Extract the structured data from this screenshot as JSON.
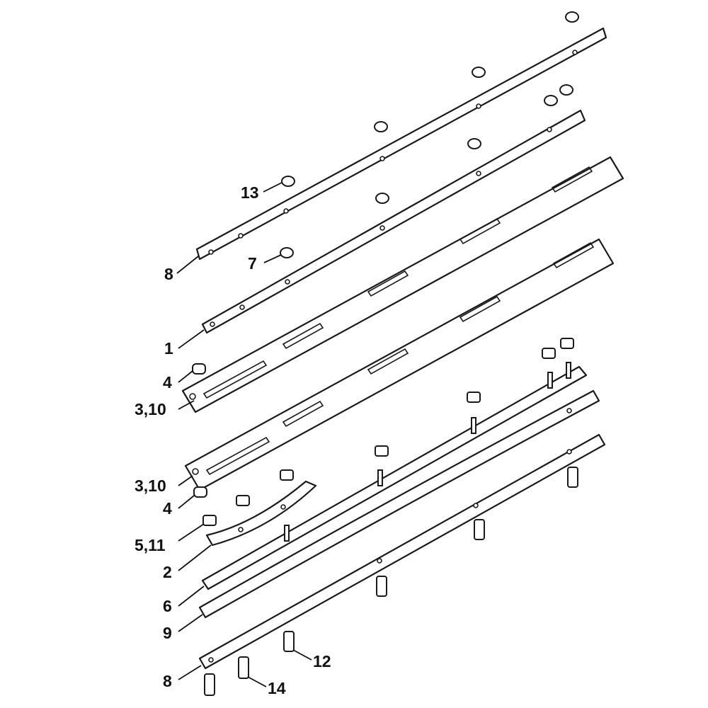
{
  "labels": [
    {
      "key": "l13",
      "text": "13"
    },
    {
      "key": "l8a",
      "text": "8"
    },
    {
      "key": "l7",
      "text": "7"
    },
    {
      "key": "l1",
      "text": "1"
    },
    {
      "key": "l4a",
      "text": "4"
    },
    {
      "key": "l310a",
      "text": "3,10"
    },
    {
      "key": "l310b",
      "text": "3,10"
    },
    {
      "key": "l4b",
      "text": "4"
    },
    {
      "key": "l511",
      "text": "5,11"
    },
    {
      "key": "l2",
      "text": "2"
    },
    {
      "key": "l6",
      "text": "6"
    },
    {
      "key": "l9",
      "text": "9"
    },
    {
      "key": "l8b",
      "text": "8"
    },
    {
      "key": "l12",
      "text": "12"
    },
    {
      "key": "l14",
      "text": "14"
    }
  ],
  "colors": {
    "line": "#1a1a1a",
    "fill": "#ffffff",
    "text": "#111111"
  }
}
